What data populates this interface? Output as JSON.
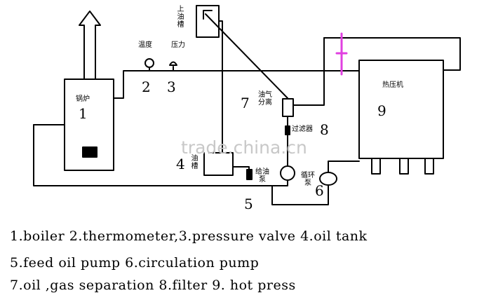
{
  "diagram": {
    "components": {
      "boiler": {
        "number": "1",
        "cn_label": "锅炉"
      },
      "thermometer": {
        "number": "2",
        "cn_label": "温度"
      },
      "pressure_valve": {
        "number": "3",
        "cn_label": "压力"
      },
      "oil_tank": {
        "number": "4",
        "cn_label": "油槽"
      },
      "feed_oil_pump": {
        "number": "5",
        "cn_label": "给油泵"
      },
      "circulation_pump": {
        "number": "6",
        "cn_label": "循环泵"
      },
      "oil_gas_separation": {
        "number": "7",
        "cn_label": "油气分离"
      },
      "filter": {
        "number": "8",
        "cn_label": "过滤器"
      },
      "hot_press": {
        "number": "9",
        "cn_label": "热压机"
      },
      "upper_oil_tank": {
        "cn_label": "上油槽"
      }
    },
    "watermark": "trade.china.cn"
  },
  "legend": {
    "line1": "1.boiler 2.thermometer,3.pressure valve 4.oil tank",
    "line2": "5.feed oil pump 6.circulation pump",
    "line3": "7.oil ,gas separation 8.filter 9. hot press"
  },
  "colors": {
    "line": "#000000",
    "valve_marker": "#e040e0",
    "watermark": "#c8c8c8"
  }
}
